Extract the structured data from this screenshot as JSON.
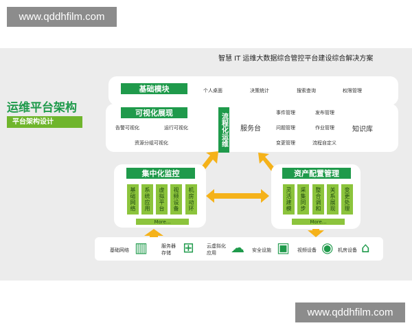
{
  "watermark": "www.qddhfilm.com",
  "slide_title": "智慧 IT 运维大数据综合管控平台建设综合解决方案",
  "left": {
    "heading": "运维平台架构",
    "subheading": "平台架构设计"
  },
  "basic": {
    "title": "基础模块",
    "items": [
      "个人桌面",
      "决策统计",
      "搜索查询",
      "权限管理"
    ]
  },
  "visual": {
    "title": "可视化展现",
    "items": [
      "告警可视化",
      "运行可视化",
      "资源分组可视化"
    ]
  },
  "flow": {
    "title": "流程化运维",
    "service_desk": "服务台",
    "items": [
      "事件管理",
      "发布管理",
      "问题管理",
      "作业管理",
      "变更管理",
      "流程自定义"
    ],
    "knowledge": "知识库"
  },
  "monitor": {
    "title": "集中化监控",
    "columns": [
      "基础网络",
      "系统应用",
      "虚拟平台",
      "视频设备",
      "机房动环"
    ],
    "more": "More..."
  },
  "asset": {
    "title": "资产配置管理",
    "columns": [
      "灵活建模",
      "采集同步",
      "整合调和",
      "关系展现",
      "变更处理"
    ],
    "more": "More..."
  },
  "infra": [
    {
      "label": "基础网络",
      "icon": "building-icon"
    },
    {
      "label": "服务器存储",
      "icon": "windows-icon"
    },
    {
      "label": "云虚拟化应用",
      "icon": "cloud-icon"
    },
    {
      "label": "安全设施",
      "icon": "folder-lock-icon"
    },
    {
      "label": "视频设备",
      "icon": "webcam-icon"
    },
    {
      "label": "机房设备",
      "icon": "house-icon"
    }
  ],
  "colors": {
    "green": "#1f9a4b",
    "light_green": "#8cc43c",
    "arrow": "#f5b21a"
  }
}
